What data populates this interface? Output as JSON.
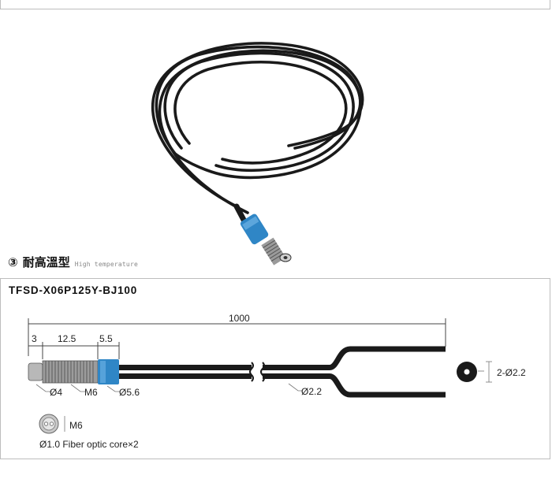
{
  "photo": {
    "caption_number": "③",
    "caption_title": "耐高溫型",
    "caption_subtitle": "High temperature"
  },
  "spec": {
    "model": "TFSD-X06P125Y-BJ100",
    "dims": {
      "total_length": "1000",
      "seg1": "3",
      "seg2": "12.5",
      "seg3": "5.5"
    },
    "callouts": {
      "tip_dia": "Ø4",
      "thread": "M6",
      "sleeve_dia": "Ø5.6",
      "cable_dia": "Ø2.2",
      "end_cross_section": "2-Ø2.2",
      "front_view_thread": "M6"
    },
    "note": "Ø1.0 Fiber optic core×2"
  },
  "colors": {
    "sleeve_blue": "#2f86c6",
    "cable_black": "#1a1a1a",
    "metal_gray": "#a8a8a8"
  }
}
